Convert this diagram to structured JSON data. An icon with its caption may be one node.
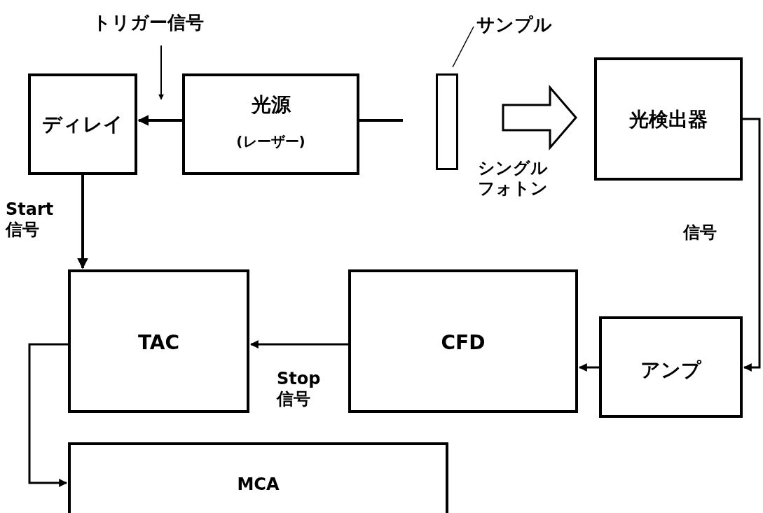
{
  "diagram": {
    "nodes": [
      {
        "text": [
          "ディレイ"
        ]
      },
      {
        "text": [
          "光源",
          "(レーザー)"
        ]
      },
      {
        "text": [],
        "shape": "bar"
      },
      {
        "text": [
          "サンプル"
        ]
      },
      {
        "text": [
          "光検出器"
        ]
      },
      {
        "text": [
          "TAC"
        ]
      },
      {
        "text": [
          "CFD"
        ]
      },
      {
        "text": [
          "アンプ"
        ]
      },
      {
        "text": [
          "MCA"
        ]
      },
      {
        "text": [
          "トリガー信号"
        ]
      }
    ],
    "edges": [
      {
        "from": 9,
        "to": null,
        "arrow": "to"
      },
      {
        "from": 1,
        "to": 0,
        "arrow": "to"
      },
      {
        "from": 1,
        "to": 2,
        "arrow": "none"
      },
      {
        "from": 3,
        "to": 2,
        "arrow": "none"
      },
      {
        "from": 2,
        "to": 4,
        "arrow": "to",
        "label": "シングルフォトン",
        "style": "thick"
      },
      {
        "from": 0,
        "to": 5,
        "arrow": "to",
        "label": "Start 信号"
      },
      {
        "from": 4,
        "to": 7,
        "arrow": "to",
        "label": "信号"
      },
      {
        "from": 7,
        "to": 6,
        "arrow": "to"
      },
      {
        "from": 6,
        "to": 5,
        "arrow": "to",
        "label": "Stop 信号"
      },
      {
        "from": 5,
        "to": 8,
        "arrow": "to"
      }
    ]
  }
}
